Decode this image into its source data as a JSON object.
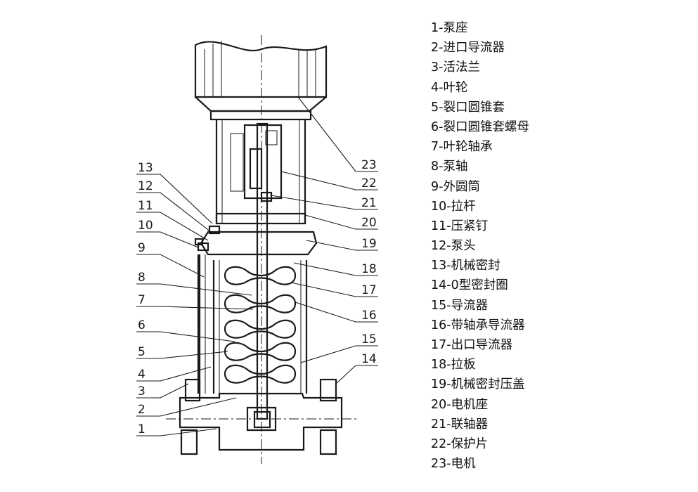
{
  "callouts": {
    "left": [
      "13",
      "12",
      "11",
      "10",
      "9",
      "8",
      "7",
      "6",
      "5",
      "4",
      "3",
      "2",
      "1"
    ],
    "right": [
      "23",
      "22",
      "21",
      "20",
      "19",
      "18",
      "17",
      "16",
      "15",
      "14"
    ]
  },
  "legend": [
    "1-泵座",
    "2-进口导流器",
    "3-活法兰",
    "4-叶轮",
    "5-裂口圆锥套",
    "6-裂口圆锥套螺母",
    "7-叶轮轴承",
    "8-泵轴",
    "9-外圆筒",
    "10-拉杆",
    "11-压紧钉",
    "12-泵头",
    "13-机械密封",
    "14-0型密封圈",
    "15-导流器",
    "16-带轴承导流器",
    "17-出口导流器",
    "18-拉板",
    "19-机械密封压盖",
    "20-电机座",
    "21-联轴器",
    "22-保护片",
    "23-电机"
  ]
}
